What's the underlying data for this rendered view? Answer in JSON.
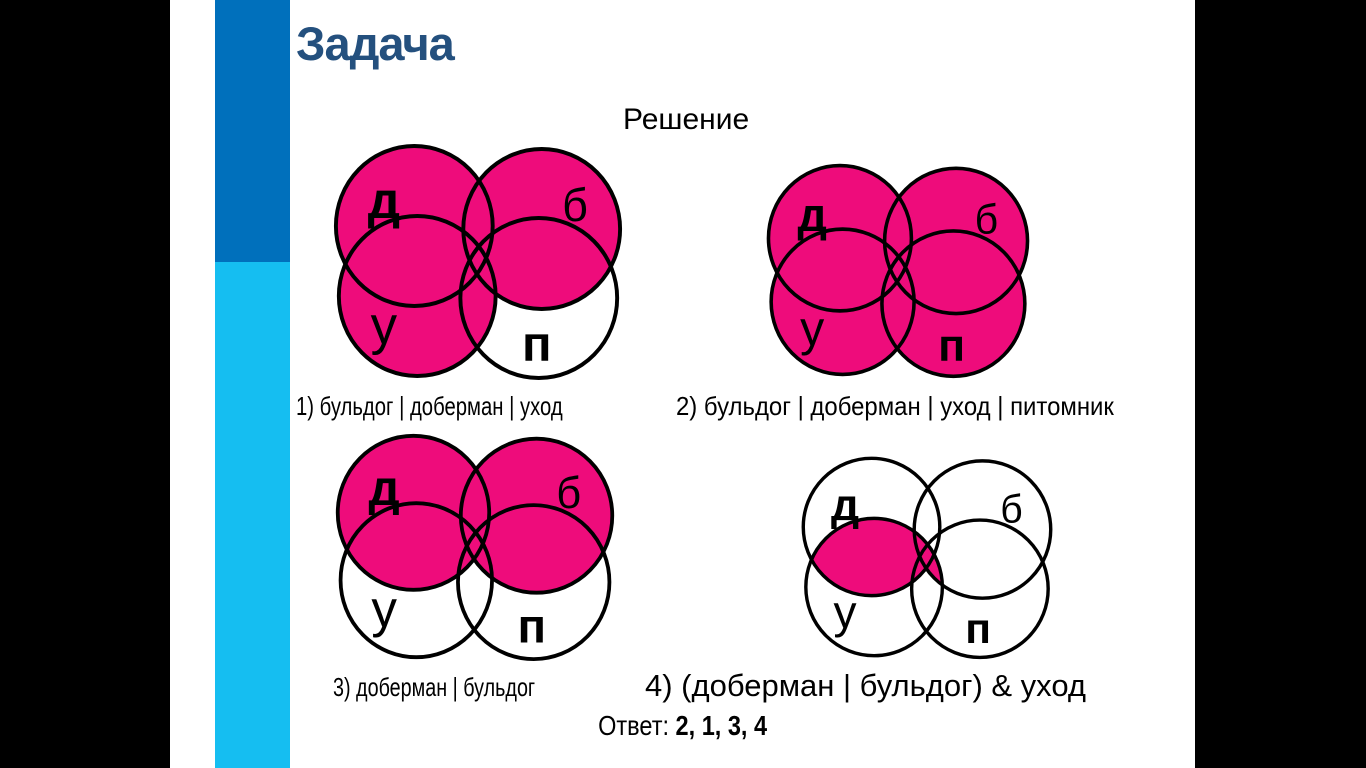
{
  "slide": {
    "title": "Задача",
    "section_heading": "Решение",
    "answer": {
      "label": "Ответ:",
      "value": "2, 1, 3, 4"
    }
  },
  "colors": {
    "accent_dark_blue": "#0070BC",
    "accent_light_blue": "#15BEF1",
    "title_blue": "#24507E",
    "venn_pink": "#EE0C7B",
    "outline_black": "#000000"
  },
  "diagrams": [
    {
      "caption": "1) бульдог | доберман | уход",
      "shaded_regions": "д ∪ б ∪ у (pink), п-only white",
      "labels": {
        "d": "д",
        "b": "б",
        "u": "у",
        "p": "п"
      }
    },
    {
      "caption": "2) бульдог | доберман | уход | питомник",
      "shaded_regions": "д ∪ б ∪ у ∪ п (all pink)",
      "labels": {
        "d": "д",
        "b": "б",
        "u": "у",
        "p": "п"
      }
    },
    {
      "caption": "3) доберман | бульдог",
      "shaded_regions": "д ∪ б (pink), у and п white",
      "labels": {
        "d": "д",
        "b": "б",
        "u": "у",
        "p": "п"
      }
    },
    {
      "caption": "4) (доберман | бульдог) & уход",
      "shaded_regions": "(д ∪ б) ∩ у (pink lens), rest white",
      "labels": {
        "d": "д",
        "b": "б",
        "u": "у",
        "p": "п"
      }
    }
  ]
}
